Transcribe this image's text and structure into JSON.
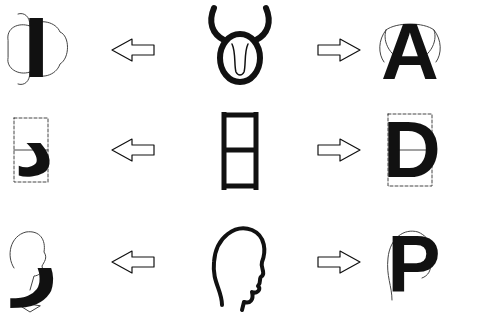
{
  "diagram": {
    "labels": [
      "ا",
      "A",
      "د",
      "D",
      "ر",
      "P"
    ]
  }
}
